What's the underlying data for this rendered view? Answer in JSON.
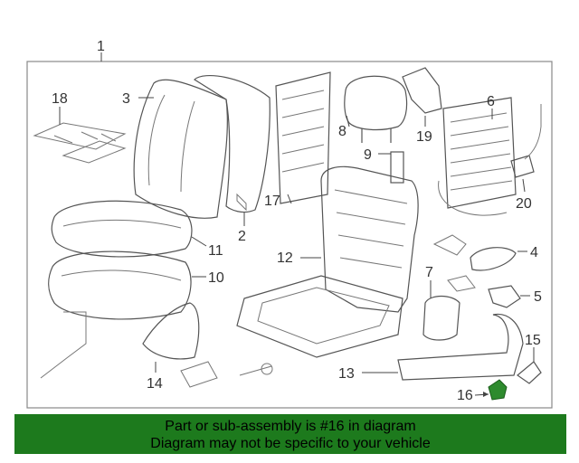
{
  "assembly_number": "1",
  "callouts": [
    {
      "id": "c1",
      "label": "1"
    },
    {
      "id": "c2",
      "label": "2"
    },
    {
      "id": "c3",
      "label": "3"
    },
    {
      "id": "c4",
      "label": "4"
    },
    {
      "id": "c5",
      "label": "5"
    },
    {
      "id": "c6",
      "label": "6"
    },
    {
      "id": "c7",
      "label": "7"
    },
    {
      "id": "c8",
      "label": "8"
    },
    {
      "id": "c9",
      "label": "9"
    },
    {
      "id": "c10",
      "label": "10"
    },
    {
      "id": "c11",
      "label": "11"
    },
    {
      "id": "c12",
      "label": "12"
    },
    {
      "id": "c13",
      "label": "13"
    },
    {
      "id": "c14",
      "label": "14"
    },
    {
      "id": "c15",
      "label": "15"
    },
    {
      "id": "c16",
      "label": "16"
    },
    {
      "id": "c17",
      "label": "17"
    },
    {
      "id": "c18",
      "label": "18"
    },
    {
      "id": "c19",
      "label": "19"
    },
    {
      "id": "c20",
      "label": "20"
    }
  ],
  "highlighted_part": "16",
  "highlight_color": "#2e8b2e",
  "banner": {
    "line1": "Part or sub-assembly is #16 in diagram",
    "line2": "Diagram may not be specific to your vehicle",
    "background": "#1d7a1d"
  }
}
